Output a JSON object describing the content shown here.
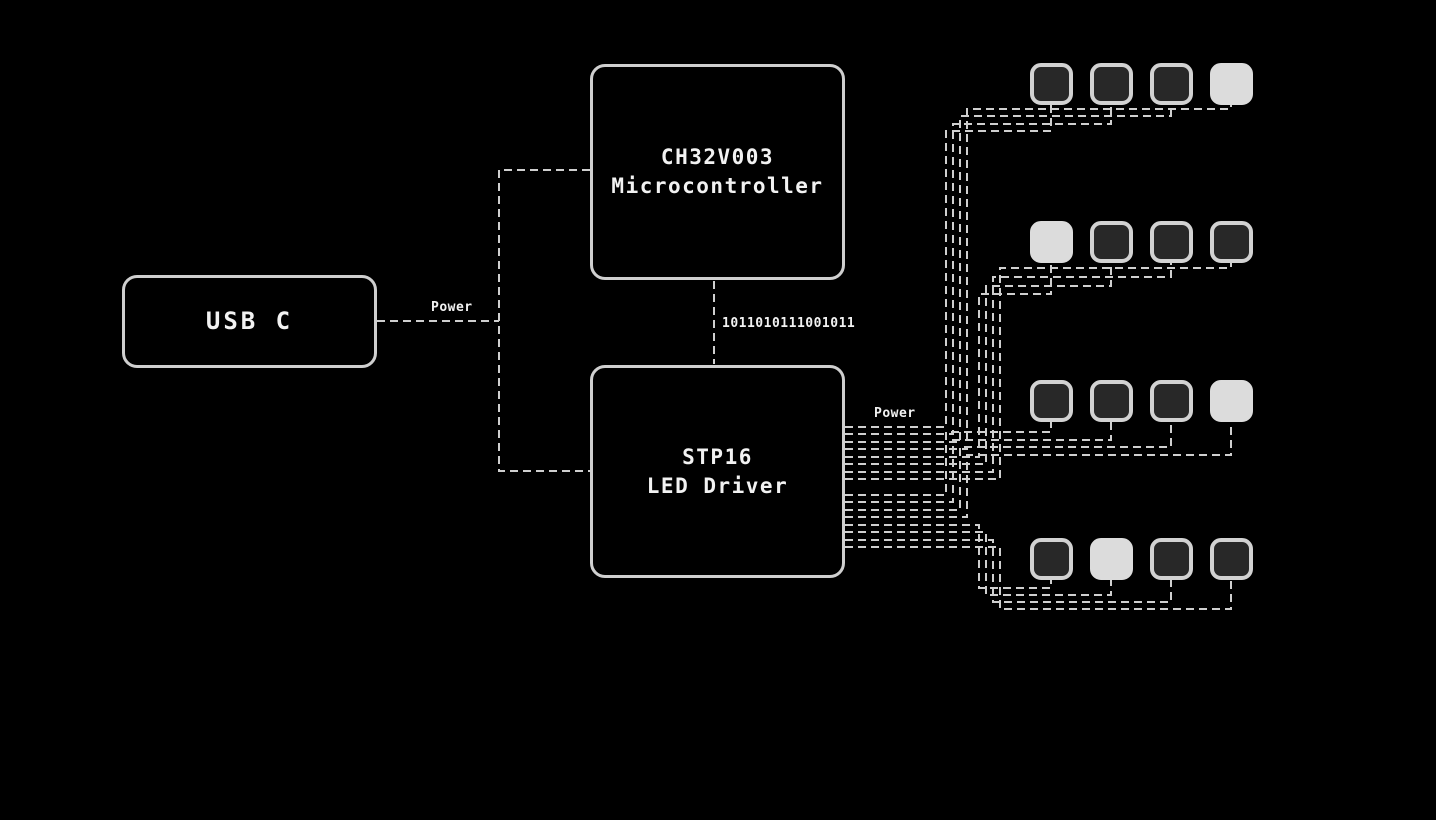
{
  "diagram": {
    "background": "#000000",
    "wire_color": "#cfcfcf",
    "text_color": "#f2f2f2",
    "nodes": {
      "usb": {
        "label": "USB C"
      },
      "mcu": {
        "line1": "CH32V003",
        "line2": "Microcontroller"
      },
      "driver": {
        "line1": "STP16",
        "line2": "LED Driver"
      }
    },
    "labels": {
      "power_usb": "Power",
      "power_driver": "Power",
      "data_bits": "1011010111001011"
    },
    "led_matrix": {
      "rows": 4,
      "cols": 4,
      "lit": [
        [
          0,
          0,
          0,
          1
        ],
        [
          1,
          0,
          0,
          0
        ],
        [
          0,
          0,
          0,
          1
        ],
        [
          0,
          1,
          0,
          0
        ]
      ],
      "colors": {
        "off_fill": "#282828",
        "border": "#d2d2d2",
        "lit_fill": "#dcdcdc"
      }
    }
  }
}
